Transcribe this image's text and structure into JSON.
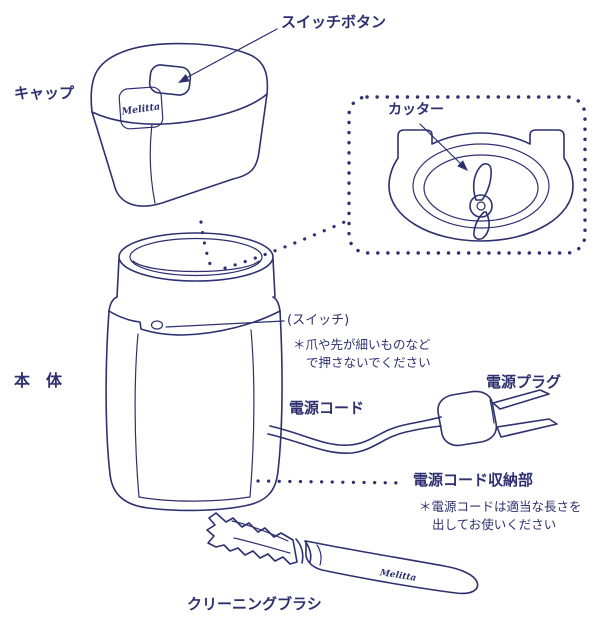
{
  "colors": {
    "ink": "#2e3070",
    "background": "#ffffff"
  },
  "diagram": {
    "labels": {
      "switch_button": "スイッチボタン",
      "cap": "キャップ",
      "cutter": "カッター",
      "switch": "(スイッチ)",
      "body": "本　体",
      "power_cord": "電源コード",
      "power_plug": "電源プラグ",
      "cord_storage": "電源コード収納部",
      "cleaning_brush": "クリーニングブラシ",
      "brand": "Melitta"
    },
    "notes": {
      "switch_note_1": "＊爪や先が細いものなど",
      "switch_note_2": "で押さないでください",
      "cord_note_1": "＊電源コードは適当な長さを",
      "cord_note_2": "出してお使いください"
    }
  }
}
